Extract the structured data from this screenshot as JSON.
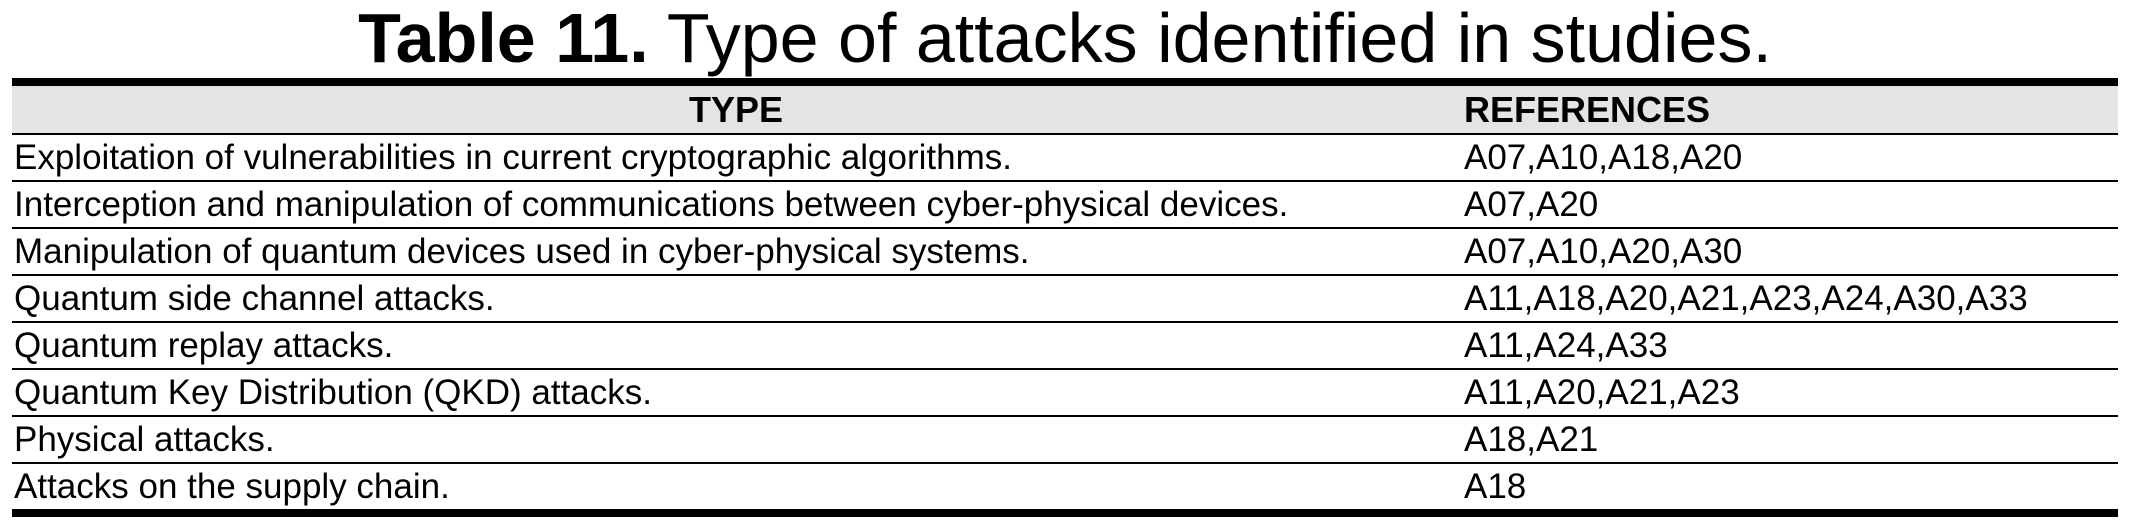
{
  "caption": {
    "label": "Table 11.",
    "text": " Type of attacks identified in studies."
  },
  "table": {
    "headers": {
      "type": "TYPE",
      "references": "REFERENCES"
    },
    "rows": [
      {
        "type": "Exploitation of vulnerabilities in current cryptographic algorithms.",
        "references": "A07,A10,A18,A20"
      },
      {
        "type": "Interception and manipulation of communications between cyber-physical devices.",
        "references": "A07,A20"
      },
      {
        "type": "Manipulation of quantum devices used in cyber-physical systems.",
        "references": "A07,A10,A20,A30"
      },
      {
        "type": "Quantum side channel attacks.",
        "references": "A11,A18,A20,A21,A23,A24,A30,A33"
      },
      {
        "type": "Quantum replay attacks.",
        "references": "A11,A24,A33"
      },
      {
        "type": "Quantum Key Distribution (QKD) attacks.",
        "references": "A11,A20,A21,A23"
      },
      {
        "type": "Physical attacks.",
        "references": "A18,A21"
      },
      {
        "type": "Attacks on the supply chain.",
        "references": "A18"
      }
    ]
  }
}
